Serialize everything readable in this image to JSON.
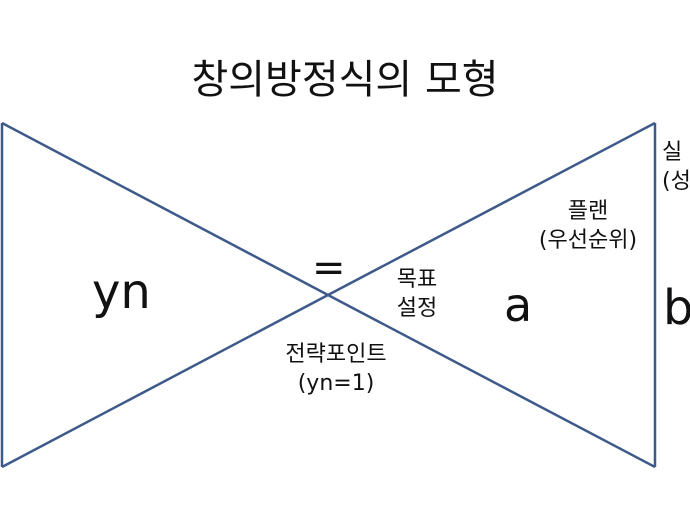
{
  "title": "창의방정식의 모형",
  "labels": {
    "yn": "yn",
    "equals": "=",
    "a": "a",
    "b": "b",
    "goal_line1": "목표",
    "goal_line2": "설정",
    "plan_line1": "플랜",
    "plan_line2": "(우선순위)",
    "strategy_line1": "전략포인트",
    "strategy_line2": "(yn=1)",
    "result_line1": "실",
    "result_line2": "(성"
  },
  "colors": {
    "line": "#3d5a8a",
    "text": "#111111",
    "background": "#ffffff"
  }
}
